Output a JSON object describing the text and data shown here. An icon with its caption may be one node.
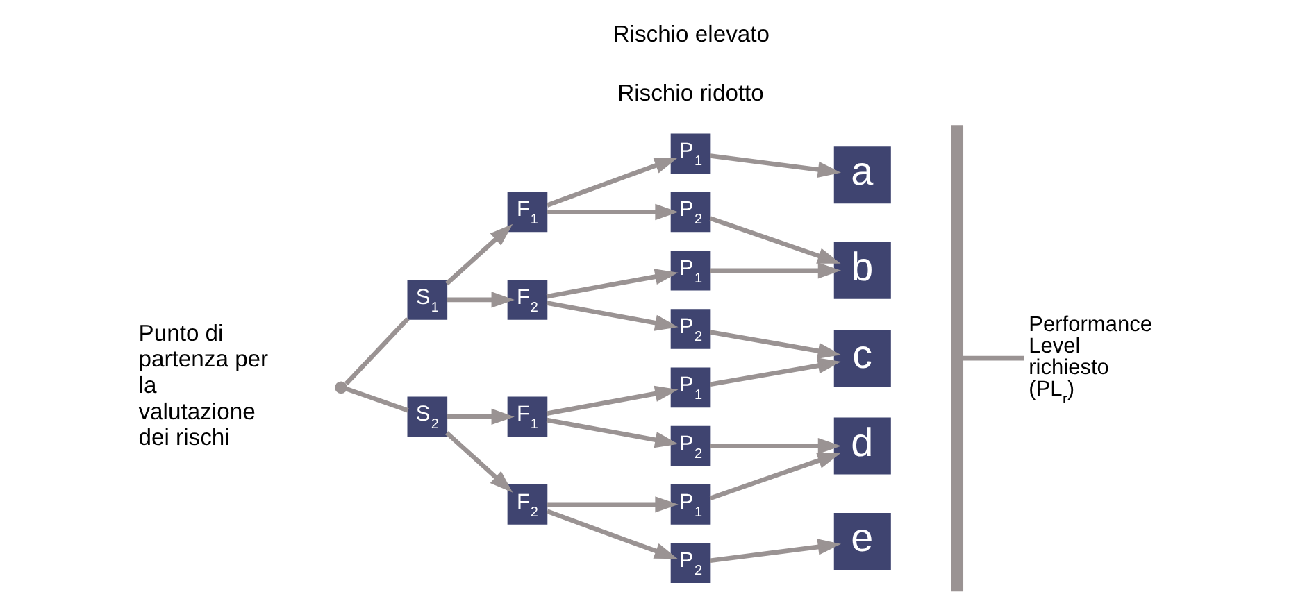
{
  "diagram": {
    "nodes": [
      {
        "text": [],
        "shape": "circle",
        "beside": [
          "Punto di partenza per la valutazione dei rischi"
        ]
      },
      {
        "text": [
          "S$_{1}$"
        ]
      },
      {
        "text": [
          "S$_{2}$"
        ]
      },
      {
        "text": [
          "F$_{1}$"
        ]
      },
      {
        "text": [
          "F$_{2}$"
        ]
      },
      {
        "text": [
          "F$_{1}$"
        ]
      },
      {
        "text": [
          "F$_{2}$"
        ]
      },
      {
        "text": [
          "P$_{1}$"
        ]
      },
      {
        "text": [
          "P$_{2}$"
        ]
      },
      {
        "text": [
          "P$_{1}$"
        ]
      },
      {
        "text": [
          "P$_{2}$"
        ]
      },
      {
        "text": [
          "P$_{1}$"
        ]
      },
      {
        "text": [
          "P$_{2}$"
        ]
      },
      {
        "text": [
          "P$_{1}$"
        ]
      },
      {
        "text": [
          "P$_{2}$"
        ]
      },
      {
        "text": [
          "a"
        ]
      },
      {
        "text": [
          "b"
        ]
      },
      {
        "text": [
          "c"
        ]
      },
      {
        "text": [
          "d"
        ]
      },
      {
        "text": [
          "e"
        ]
      },
      {
        "text": [],
        "shape": "bar"
      },
      {
        "text": [
          "Performance Level richiesto (PL$_{r}$)"
        ]
      }
    ],
    "edges": [
      {
        "from": 0,
        "to": 1,
        "arrow": "none"
      },
      {
        "from": 0,
        "to": 2,
        "arrow": "none"
      },
      {
        "from": 1,
        "to": 3,
        "arrow": "to"
      },
      {
        "from": 1,
        "to": 4,
        "arrow": "to"
      },
      {
        "from": 2,
        "to": 5,
        "arrow": "to"
      },
      {
        "from": 2,
        "to": 6,
        "arrow": "to"
      },
      {
        "from": 3,
        "to": 7,
        "arrow": "to"
      },
      {
        "from": 3,
        "to": 8,
        "arrow": "to"
      },
      {
        "from": 4,
        "to": 9,
        "arrow": "to"
      },
      {
        "from": 4,
        "to": 10,
        "arrow": "to"
      },
      {
        "from": 5,
        "to": 11,
        "arrow": "to"
      },
      {
        "from": 5,
        "to": 12,
        "arrow": "to"
      },
      {
        "from": 6,
        "to": 13,
        "arrow": "to"
      },
      {
        "from": 6,
        "to": 14,
        "arrow": "to"
      },
      {
        "from": 7,
        "to": 15,
        "arrow": "to"
      },
      {
        "from": 8,
        "to": 16,
        "arrow": "to"
      },
      {
        "from": 9,
        "to": 16,
        "arrow": "to"
      },
      {
        "from": 10,
        "to": 17,
        "arrow": "to"
      },
      {
        "from": 11,
        "to": 17,
        "arrow": "to"
      },
      {
        "from": 12,
        "to": 18,
        "arrow": "to"
      },
      {
        "from": 13,
        "to": 18,
        "arrow": "to"
      },
      {
        "from": 14,
        "to": 19,
        "arrow": "to"
      },
      {
        "from": 20,
        "to": 21,
        "arrow": "none"
      }
    ],
    "labels": [
      "Rischio ridotto",
      "Rischio elevato"
    ]
  }
}
